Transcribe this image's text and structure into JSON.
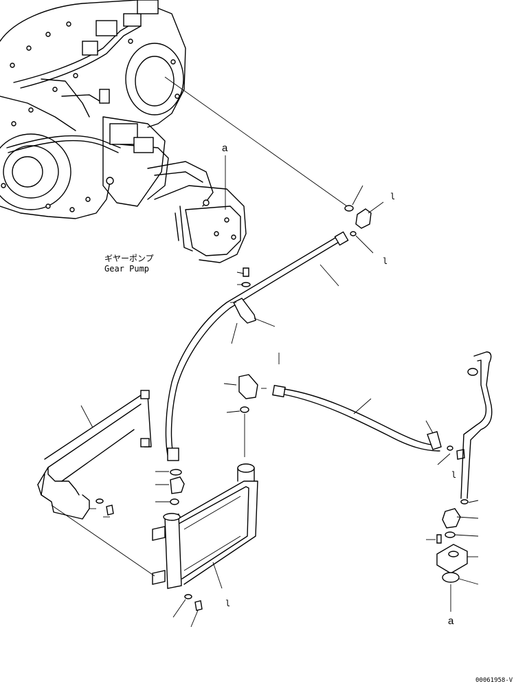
{
  "labels": {
    "gear_pump_jp": "ギヤーポンプ",
    "gear_pump_en": "Gear Pump",
    "ref_a_top": "a",
    "ref_a_bottom": "a",
    "drawing_code": "00061958-V"
  }
}
